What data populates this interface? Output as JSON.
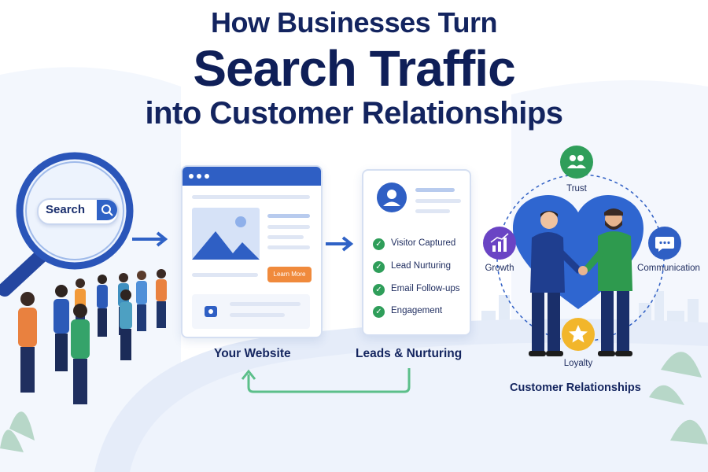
{
  "title": {
    "line1": "How Businesses Turn",
    "line2": "Search Traffic",
    "line3": "into Customer Relationships"
  },
  "search": {
    "label": "Search"
  },
  "website": {
    "button_label": "Learn More",
    "caption": "Your Website"
  },
  "leads": {
    "items": [
      "Visitor Captured",
      "Lead Nurturing",
      "Email Follow-ups",
      "Engagement"
    ],
    "caption": "Leads & Nurturing"
  },
  "relationships": {
    "nodes": {
      "trust": "Trust",
      "growth": "Growth",
      "communication": "Communication",
      "loyalty": "Loyalty"
    },
    "caption": "Customer Relationships"
  },
  "colors": {
    "navy": "#13245f",
    "primary_blue": "#2f5fc4",
    "green": "#2f9e5a",
    "purple": "#6a44c4",
    "orange": "#f08a3c",
    "gold": "#f2b62b",
    "feedback_arrow": "#5cbf8a"
  }
}
